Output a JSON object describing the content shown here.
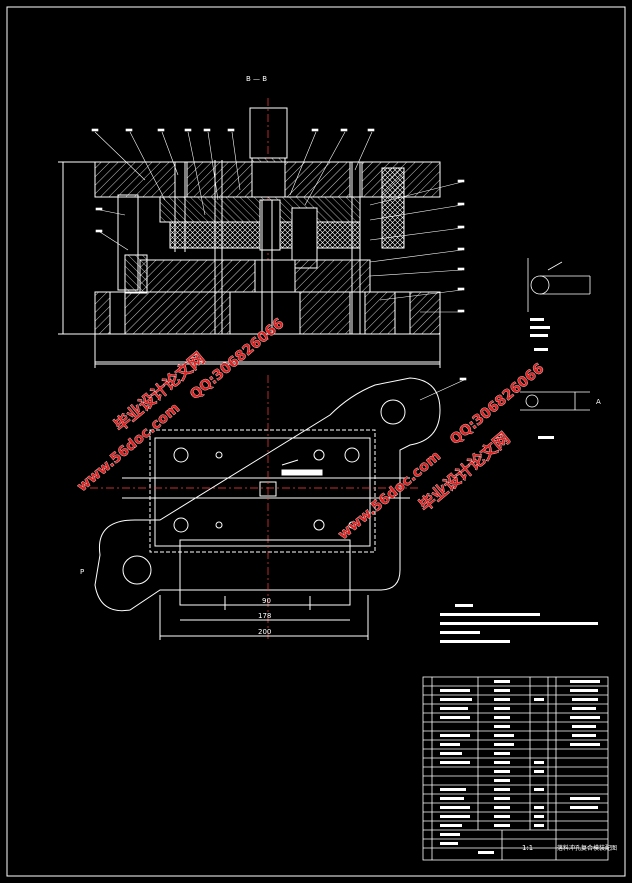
{
  "section_label": "B — B",
  "side_labels": {
    "left_p": "P",
    "right_a": "A"
  },
  "dimensions": {
    "d1": "90",
    "d2": "178",
    "d3": "200"
  },
  "title_block": {
    "scale_value": "1:1",
    "drawing_title": "落料冲孔复合模装配图"
  },
  "watermarks": [
    {
      "text": "毕业设计论文网"
    },
    {
      "text": "www.56doc.com"
    },
    {
      "text": "QQ:306826066"
    },
    {
      "text": "毕业设计论文网"
    },
    {
      "text": "www.56doc.com"
    },
    {
      "text": "QQ:306826066"
    }
  ],
  "colors": {
    "background": "#000000",
    "line": "#ffffff",
    "center": "#ff4040",
    "watermark": "#dd2222"
  }
}
